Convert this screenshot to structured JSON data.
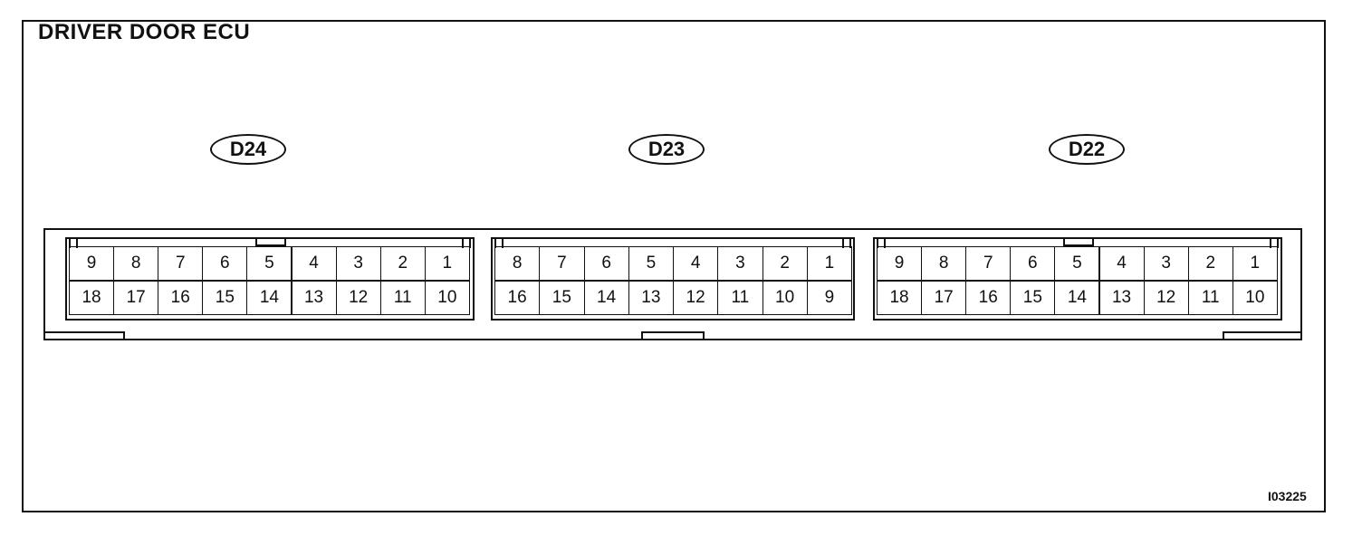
{
  "title": "DRIVER DOOR ECU",
  "figure_id": "I03225",
  "connectors": [
    {
      "label": "D24",
      "top_row": [
        "9",
        "8",
        "7",
        "6",
        "5",
        "4",
        "3",
        "2",
        "1"
      ],
      "bottom_row": [
        "18",
        "17",
        "16",
        "15",
        "14",
        "13",
        "12",
        "11",
        "10"
      ]
    },
    {
      "label": "D23",
      "top_row": [
        "8",
        "7",
        "6",
        "5",
        "4",
        "3",
        "2",
        "1"
      ],
      "bottom_row": [
        "16",
        "15",
        "14",
        "13",
        "12",
        "11",
        "10",
        "9"
      ]
    },
    {
      "label": "D22",
      "top_row": [
        "9",
        "8",
        "7",
        "6",
        "5",
        "4",
        "3",
        "2",
        "1"
      ],
      "bottom_row": [
        "18",
        "17",
        "16",
        "15",
        "14",
        "13",
        "12",
        "11",
        "10"
      ]
    }
  ]
}
